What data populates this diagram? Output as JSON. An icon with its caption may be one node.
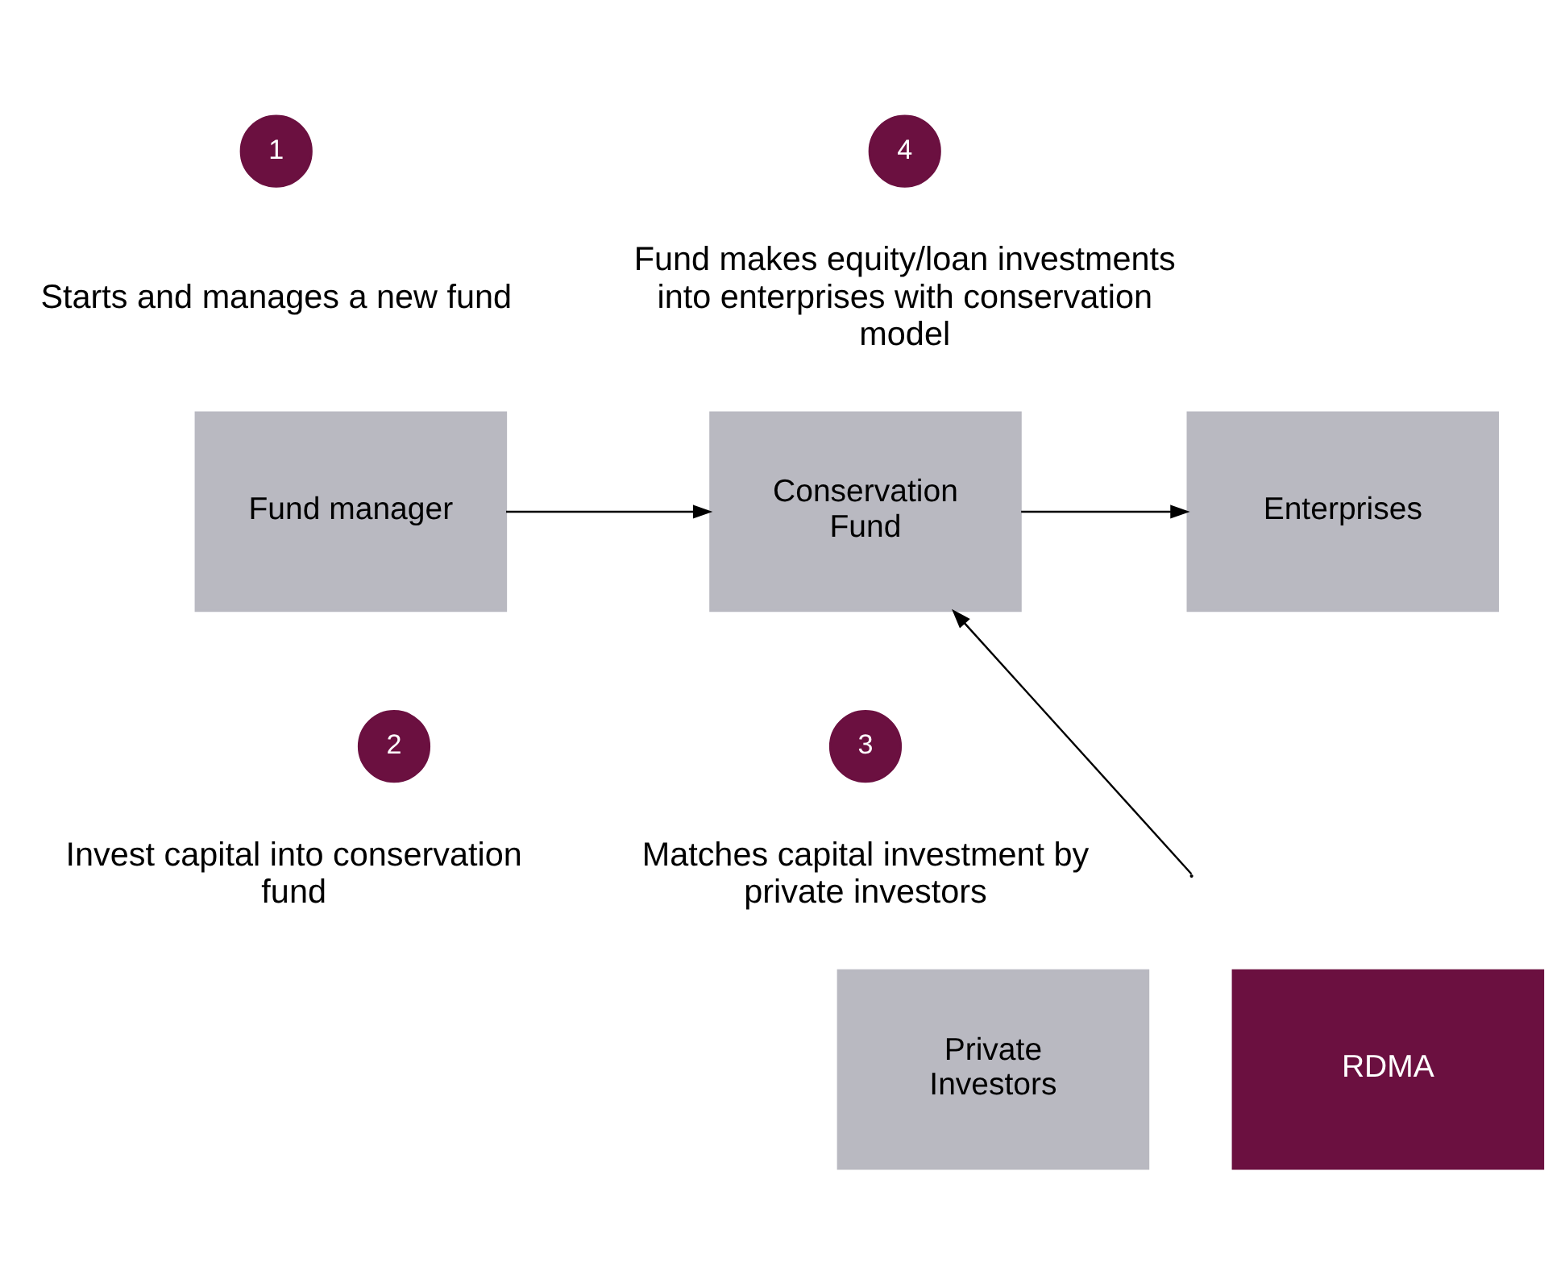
{
  "diagram": {
    "nodes": [
      {
        "text": [
          "1"
        ],
        "beside": [
          "Starts and manages a new fund"
        ]
      },
      {
        "text": [
          "4"
        ],
        "beside": [
          "Fund makes equity/loan investments into enterprises with conservation model"
        ]
      },
      {
        "text": [
          "Fund manager"
        ]
      },
      {
        "text": [
          "Conservation Fund"
        ]
      },
      {
        "text": [
          "Enterprises"
        ]
      },
      {
        "text": [
          "2"
        ],
        "beside": [
          "Invest capital into conservation fund"
        ]
      },
      {
        "text": [
          "3"
        ],
        "beside": [
          "Matches capital investment by private investors"
        ]
      },
      {
        "text": [
          "Private Investors"
        ]
      },
      {
        "text": [
          "RDMA"
        ]
      }
    ],
    "edges": [
      {
        "from": 2,
        "to": 3,
        "arrow": "to"
      },
      {
        "from": 3,
        "to": 4,
        "arrow": "to"
      },
      {
        "from": null,
        "to": 3,
        "arrow": "to"
      }
    ]
  }
}
